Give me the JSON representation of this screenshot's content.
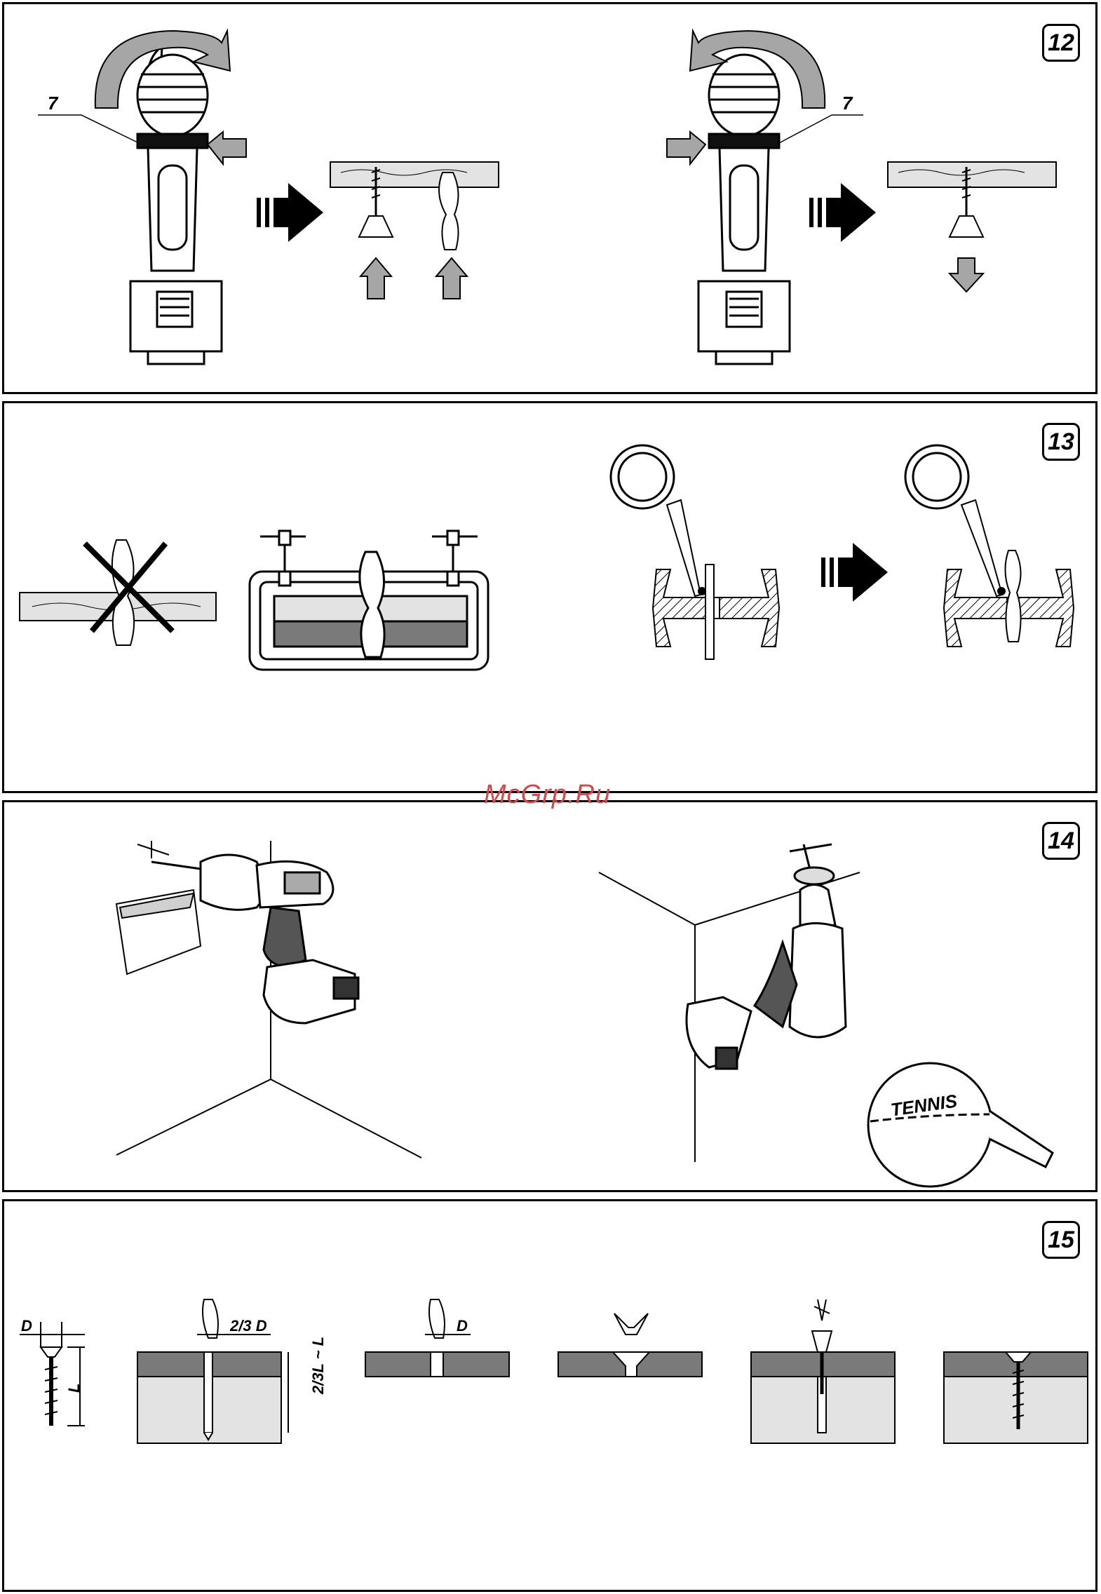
{
  "panels": [
    {
      "number": "12",
      "callout_left": "7",
      "callout_right": "7"
    },
    {
      "number": "13"
    },
    {
      "number": "14",
      "ball_text": "TENNIS"
    },
    {
      "number": "15",
      "dim_D": "D",
      "dim_L": "L",
      "dim_two_thirds_D": "2/3 D",
      "dim_depth": "2/3L ~ L",
      "dim_D2": "D"
    }
  ],
  "watermark": "McGrp.Ru",
  "colors": {
    "line": "#000000",
    "arrow_gray": "#a6a6a6",
    "wood_light": "#e3e3e3",
    "wood_dark": "#7a7a7a",
    "watermark": "#d44a4a"
  },
  "icons": [
    "rotate-arrow-icon",
    "push-arrow-icon",
    "forward-arrow-icon",
    "prohibited-x-icon",
    "oil-drop-icon"
  ]
}
